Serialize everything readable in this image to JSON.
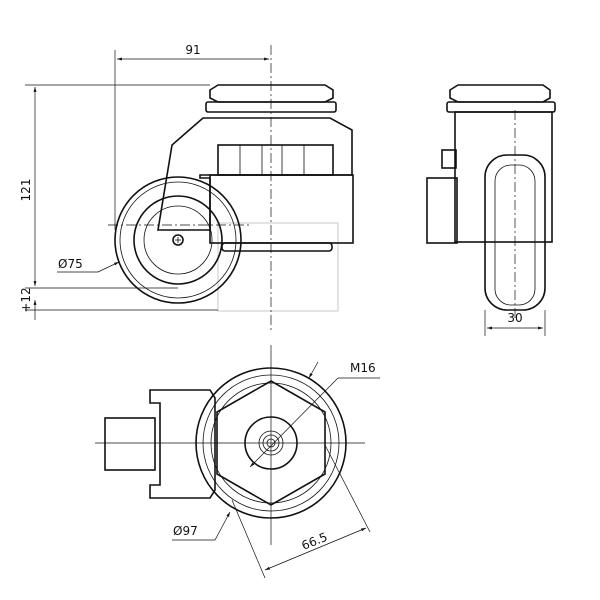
{
  "dimensions": {
    "width_offset": "91",
    "height": "121",
    "wheel_diameter": "Ø75",
    "height_adjust": "+12",
    "wheel_width": "30",
    "thread": "M16",
    "base_diameter": "Ø97",
    "hex_across_flats": "66.5"
  }
}
